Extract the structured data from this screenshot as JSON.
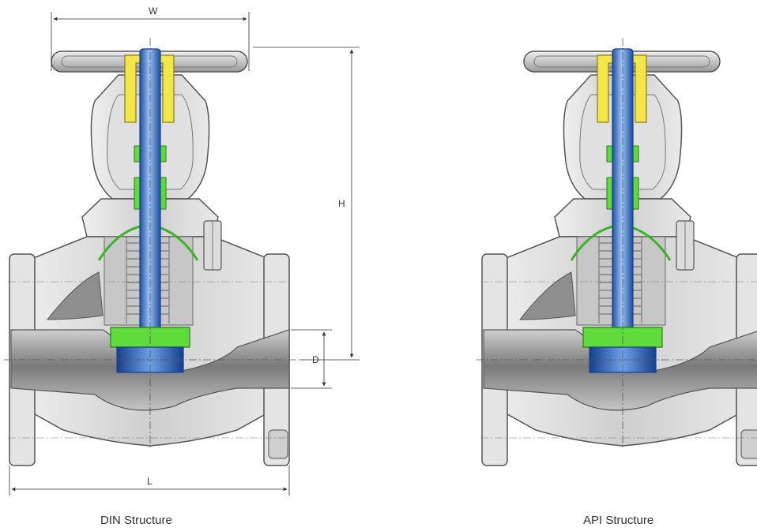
{
  "din": {
    "caption": "DIN Structure",
    "dimensions": {
      "w": "W",
      "h": "H",
      "d": "D",
      "l": "L"
    }
  },
  "api": {
    "caption": "API Structure"
  },
  "colors": {
    "body": "#d2d2d2",
    "body_dark": "#8c8c8c",
    "outline": "#555555",
    "stem": "#2f6fc4",
    "stem_light": "#8fb8ee",
    "gland": "#f2e64a",
    "seal": "#5fdc3c",
    "disc": "#1e58b8"
  }
}
